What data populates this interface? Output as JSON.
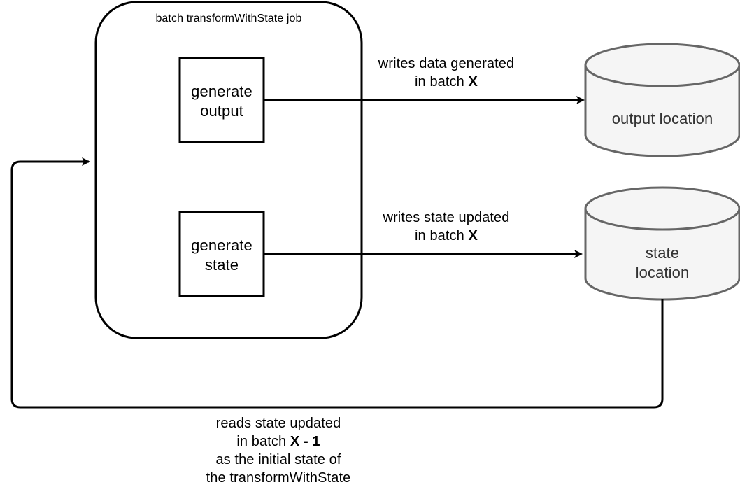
{
  "job": {
    "title": "batch transformWithState job"
  },
  "boxes": {
    "generate_output": [
      "generate",
      "output"
    ],
    "generate_state": [
      "generate",
      "state"
    ]
  },
  "stores": {
    "output": [
      "output location"
    ],
    "state": [
      "state",
      "location"
    ]
  },
  "edges": {
    "writes_output": {
      "line1": "writes data generated",
      "line2_prefix": "in batch ",
      "line2_bold": "X"
    },
    "writes_state": {
      "line1": "writes state updated",
      "line2_prefix": "in batch ",
      "line2_bold": "X"
    },
    "reads_state": {
      "line1": "reads state updated",
      "line2_prefix": "in batch ",
      "line2_bold": "X - 1",
      "line3": "as the initial state of",
      "line4": "the transformWithState"
    }
  },
  "colors": {
    "stroke": "#000000",
    "cylinder_fill": "#f5f5f5",
    "cylinder_stroke": "#666666",
    "cylinder_text": "#333333"
  }
}
